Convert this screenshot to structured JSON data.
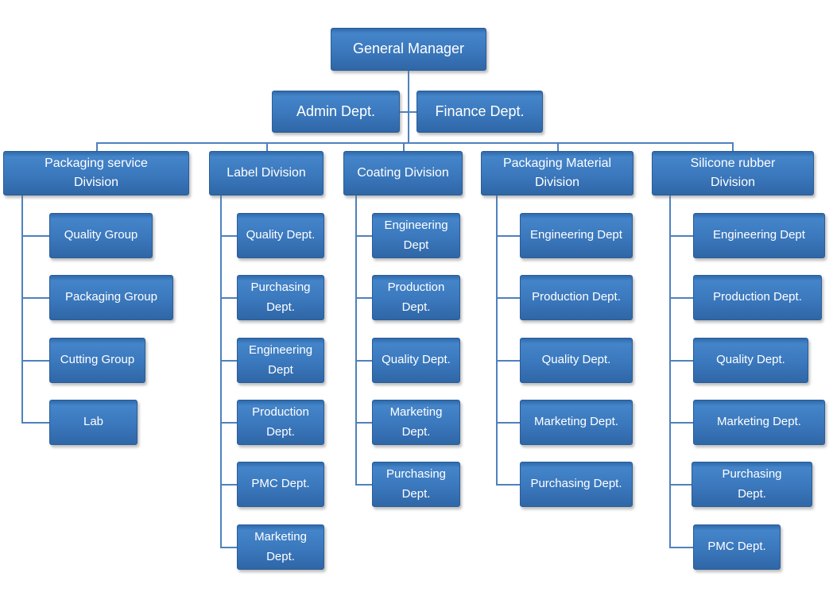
{
  "org": {
    "root": "General Manager",
    "staff": [
      "Admin Dept.",
      "Finance Dept."
    ],
    "divisions": [
      {
        "label": "Packaging service\nDivision",
        "children": [
          "Quality Group",
          "Packaging Group",
          "Cutting Group",
          "Lab"
        ]
      },
      {
        "label": "Label Division",
        "children": [
          "Quality Dept.",
          "Purchasing\nDept.",
          "Engineering\nDept",
          "Production\nDept.",
          "PMC Dept.",
          "Marketing\nDept."
        ]
      },
      {
        "label": "Coating Division",
        "children": [
          "Engineering\nDept",
          "Production\nDept.",
          "Quality Dept.",
          "Marketing\nDept.",
          "Purchasing\nDept."
        ]
      },
      {
        "label": "Packaging Material\nDivision",
        "children": [
          "Engineering Dept",
          "Production Dept.",
          "Quality Dept.",
          "Marketing Dept.",
          "Purchasing Dept."
        ]
      },
      {
        "label": "Silicone rubber\nDivision",
        "children": [
          "Engineering Dept",
          "Production Dept.",
          "Quality Dept.",
          "Marketing Dept.",
          "Purchasing\nDept.",
          "PMC Dept."
        ]
      }
    ]
  },
  "colors": {
    "box_blue": "#3b78bd",
    "box_border": "#2a5c98",
    "connector_blue": "#4f81bd",
    "text": "#ffffff",
    "background": "#ffffff"
  }
}
